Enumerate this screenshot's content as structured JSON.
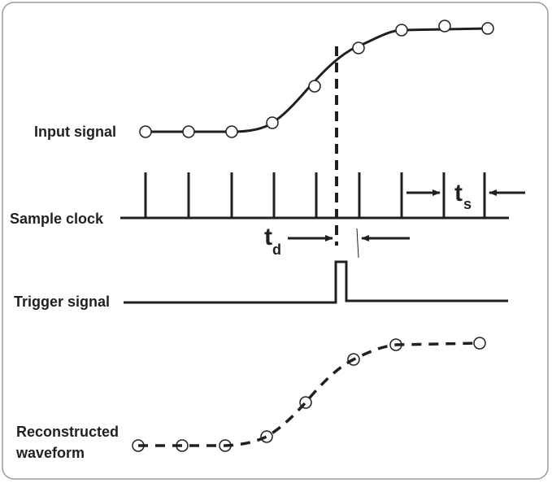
{
  "labels": {
    "input_signal": "Input signal",
    "sample_clock": "Sample clock",
    "trigger_signal": "Trigger signal",
    "reconstructed_line1": "Reconstructed",
    "reconstructed_line2": "waveform"
  },
  "annotations": {
    "sample_period": {
      "symbol": "t",
      "subscript": "s"
    },
    "trigger_delay": {
      "symbol": "t",
      "subscript": "d"
    }
  },
  "colors": {
    "ink": "#231f20",
    "border": "#9a9a9a"
  }
}
